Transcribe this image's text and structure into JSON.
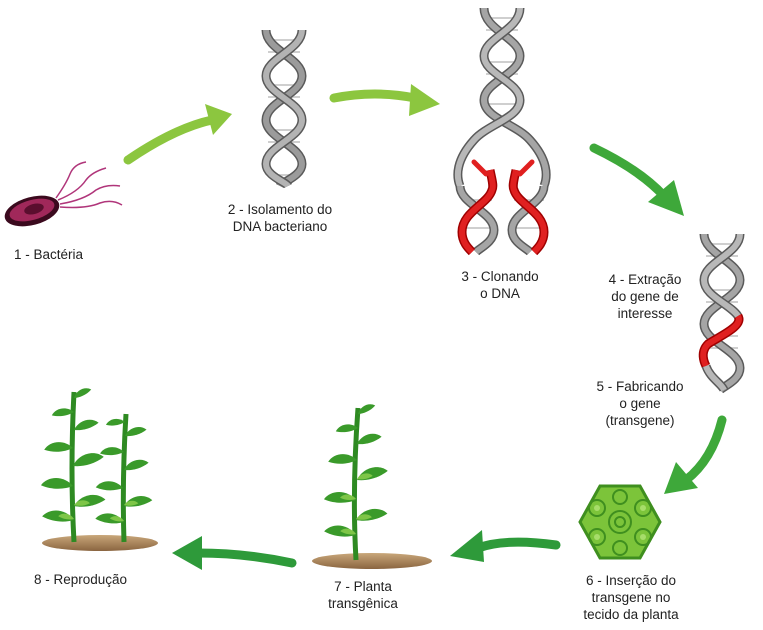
{
  "steps": [
    {
      "id": "bacteria",
      "label": "1 - Bactéria"
    },
    {
      "id": "isolation",
      "label": "2 - Isolamento do\nDNA bacteriano"
    },
    {
      "id": "cloning",
      "label": "3 - Clonando\no DNA"
    },
    {
      "id": "extraction",
      "label": "4 - Extração\ndo gene de\ninteresse"
    },
    {
      "id": "fabrication",
      "label": "5 - Fabricando\no gene\n(transgene)"
    },
    {
      "id": "insertion",
      "label": "6 - Inserção do\ntransgene no\ntecido da planta"
    },
    {
      "id": "plant",
      "label": "7 - Planta\ntransgênica"
    },
    {
      "id": "reproduction",
      "label": "8 - Reprodução"
    }
  ],
  "colors": {
    "arrow_light": "#8cc63f",
    "arrow_dark": "#2e9a3a",
    "dna_gray": "#8a8a8a",
    "dna_red": "#e02020",
    "plant_green": "#3a9a2a",
    "leaf_light": "#8fd14f",
    "soil": "#b08a5a",
    "bacteria": "#7a1840"
  }
}
